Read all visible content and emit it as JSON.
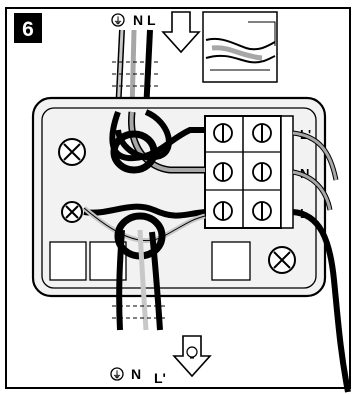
{
  "step": {
    "number": "6"
  },
  "top_labels": {
    "earth": "⏚",
    "neutral": "N",
    "live": "L"
  },
  "terminal_labels": {
    "switched_live": "L'",
    "neutral": "N",
    "live": "L"
  },
  "bottom_labels": {
    "earth": "⏚",
    "neutral": "N",
    "switched_live": "L'"
  },
  "colors": {
    "line": "#000000",
    "paper": "#ffffff",
    "body": "#f2f2f2",
    "wire_grey": "#a7a7a7",
    "wire_earth": "#c8c8c8"
  },
  "icons": {
    "step_badge": "number-badge",
    "arrow_in": "arrow-down-icon",
    "arrow_out_lamp": "lamp-arrow-icon",
    "inset": "cable-detail-inset",
    "screws": "screw-icon"
  }
}
